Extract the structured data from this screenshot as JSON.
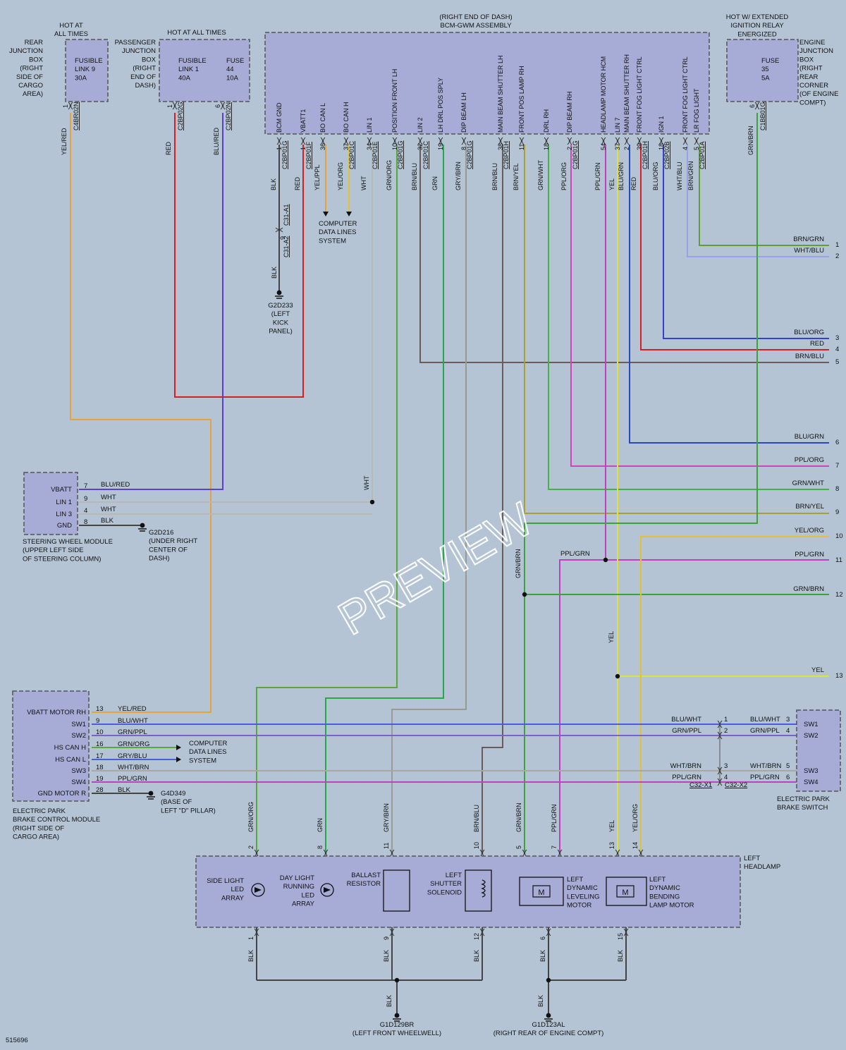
{
  "colors": {
    "RED": "#d42020",
    "BLU": "#3048d8",
    "BLUWHT": "#4a5de0",
    "YELRED": "#e8a23a",
    "GRNORG": "#58a838",
    "GRN": "#24a848",
    "GRYBRN": "#9a9a94",
    "BRNBLU": "#6a5a58",
    "GRNBRN": "#3ea23a",
    "PPLGRN": "#c040c0",
    "YEL": "#e4e23a",
    "YELORG": "#e0c234",
    "BLUGRN": "#2848c0",
    "WHTBLU": "#9aa0ec",
    "BRNGRN": "#60a030",
    "BLUORG": "#3440d0",
    "GRY": "#b8b8b8",
    "BLK": "#444444",
    "PPLORG": "#d044b8",
    "BRNYEL": "#a8a030",
    "GRNWHT": "#48b048",
    "GRNPPL": "#7d60c8",
    "WHTBRN": "#a8a8a0",
    "BLURED": "#5a40d0"
  },
  "labels": {
    "hot_at_all_times_a": [
      "HOT AT",
      "ALL TIMES"
    ],
    "hot_at_all_times_b": "HOT AT ALL TIMES",
    "hot_ext": [
      "HOT W/ EXTENDED",
      "IGNITION RELAY",
      "ENERGIZED"
    ],
    "bcm_title": [
      "(RIGHT END OF DASH)",
      "BCM-GWM ASSEMBLY"
    ],
    "rear_jb": [
      "REAR",
      "JUNCTION",
      "BOX",
      "(RIGHT",
      "SIDE OF",
      "CARGO",
      "AREA)"
    ],
    "pass_jb": [
      "PASSENGER",
      "JUNCTION",
      "BOX",
      "(RIGHT",
      "END OF",
      "DASH)"
    ],
    "eng_jb": [
      "ENGINE",
      "JUNCTION",
      "BOX",
      "(RIGHT",
      "REAR",
      "CORNER",
      "(OF ENGINE",
      "COMPT)"
    ],
    "fl9": [
      "FUSIBLE",
      "LINK 9",
      "30A"
    ],
    "fl1": [
      "FUSIBLE",
      "LINK 1",
      "40A"
    ],
    "f44": [
      "FUSE",
      "44",
      "10A"
    ],
    "f35": [
      "FUSE",
      "35",
      "5A"
    ],
    "computer1": [
      "COMPUTER",
      "DATA LINES",
      "SYSTEM"
    ],
    "g2d233": [
      "G2D233",
      "(LEFT",
      "KICK",
      "PANEL)"
    ],
    "swm_title": [
      "STEERING WHEEL MODULE",
      "(UPPER LEFT SIDE",
      "OF STEERING COLUMN)"
    ],
    "g2d216": [
      "G2D216",
      "(UNDER RIGHT",
      "CENTER OF",
      "DASH)"
    ],
    "epb_title": [
      "ELECTRIC PARK",
      "BRAKE CONTROL MODULE",
      "(RIGHT SIDE OF",
      "CARGO AREA)"
    ],
    "computer2": [
      "COMPUTER",
      "DATA LINES",
      "SYSTEM"
    ],
    "g4d349": [
      "G4D349",
      "(BASE OF",
      "LEFT \"D\" PILLAR)"
    ],
    "epbs_title": [
      "ELECTRIC PARK",
      "BRAKE SWITCH"
    ],
    "left_headlamp": [
      "LEFT",
      "HEADLAMP"
    ],
    "side_light": [
      "SIDE LIGHT",
      "LED",
      "ARRAY"
    ],
    "drl": [
      "DAY LIGHT",
      "RUNNING",
      "LED",
      "ARRAY"
    ],
    "ballast": [
      "BALLAST",
      "RESISTOR"
    ],
    "shutter": [
      "LEFT",
      "SHUTTER",
      "SOLENOID"
    ],
    "leveling": [
      "LEFT",
      "DYNAMIC",
      "LEVELING",
      "MOTOR"
    ],
    "bending": [
      "LEFT",
      "DYNAMIC",
      "BENDING",
      "LAMP MOTOR"
    ],
    "g1d129br": [
      "G1D129BR",
      "(LEFT FRONT WHEELWELL)"
    ],
    "g1d123al": [
      "G1D123AL",
      "(RIGHT REAR OF ENGINE COMPT)"
    ],
    "c32x1": "C32-X1",
    "c32x2": "C32-X2",
    "motor": "M",
    "doc_id": "515696",
    "watermark": "PREVIEW"
  },
  "bcm_pins": [
    {
      "name": "BCM GND",
      "wire": "BLK",
      "pin": "1",
      "conn": "C2BP01G"
    },
    {
      "name": "VBATT1",
      "wire": "RED",
      "pin": "1",
      "conn": "C2BP01F"
    },
    {
      "name": "BO CAN L",
      "wire": "YEL/PPL",
      "pin": "36",
      "conn": ""
    },
    {
      "name": "BO CAN H",
      "wire": "YEL/ORG",
      "pin": "37",
      "conn": "C2BP01C"
    },
    {
      "name": "LIN 1",
      "wire": "WHT",
      "pin": "34",
      "conn": "C2BP01E"
    },
    {
      "name": "POSITION FRONT LH",
      "wire": "GRN/ORG",
      "pin": "10",
      "conn": "C2BP01G"
    },
    {
      "name": "LIN 2",
      "wire": "BRN/BLU",
      "pin": "32",
      "conn": "C2BP01C"
    },
    {
      "name": "LH DRL POS SPLY",
      "wire": "GRN",
      "pin": "19",
      "conn": ""
    },
    {
      "name": "DIP BEAM LH",
      "wire": "GRY/BRN",
      "pin": "8",
      "conn": "C2BP01G"
    },
    {
      "name": "MAIN BEAM SHUTTER LH",
      "wire": "BRN/BLU",
      "pin": "38",
      "conn": "C2BP01H"
    },
    {
      "name": "FRONT POS LAMP RH",
      "wire": "BRN/YEL",
      "pin": "11",
      "conn": ""
    },
    {
      "name": "DRL RH",
      "wire": "GRN/WHT",
      "pin": "18",
      "conn": ""
    },
    {
      "name": "DIP BEAM RH",
      "wire": "PPL/ORG",
      "pin": "2",
      "conn": "C2BP01G"
    },
    {
      "name": "HEADLAMP MOTOR HCM",
      "wire": "PPL/GRN",
      "pin": "54",
      "conn": ""
    },
    {
      "name": "LIN 7",
      "wire": "YEL",
      "pin": "37",
      "conn": ""
    },
    {
      "name": "MAIN BEAM SHUTTER RH",
      "wire": "BLU/GRN",
      "pin": "2",
      "conn": ""
    },
    {
      "name": "FRONT FOG LIGHT CTRL",
      "wire": "RED",
      "pin": "39",
      "conn": "C2BP01H"
    },
    {
      "name": "IGN 1",
      "wire": "BLU/ORG",
      "pin": "18",
      "conn": "C2BP02B"
    },
    {
      "name": "FRONT FOG LIGHT CTRL",
      "wire": "WHT/BLU",
      "pin": "4",
      "conn": ""
    },
    {
      "name": "LR FOG LIGHT",
      "wire": "BRN/GRN",
      "pin": "5",
      "conn": "C2BP01A"
    }
  ],
  "jb_wires": [
    {
      "wire": "YEL/RED",
      "pin": "1",
      "conn": "C4BR02N"
    },
    {
      "wire": "RED",
      "pin": "1",
      "conn": "C2BP02G"
    },
    {
      "wire": "BLU/RED",
      "pin": "6",
      "conn": "C2BP02N"
    },
    {
      "wire": "GRN/BRN",
      "pin": "6",
      "conn": "C1BB01G"
    }
  ],
  "ground_conn": {
    "pin_top": "9",
    "conn_top": "C31-A1",
    "conn_bot": "C31-A2",
    "wire": "BLK"
  },
  "right_wires": [
    {
      "label": "BRN/GRN",
      "num": "1"
    },
    {
      "label": "WHT/BLU",
      "num": "2"
    },
    {
      "label": "BLU/ORG",
      "num": "3"
    },
    {
      "label": "RED",
      "num": "4"
    },
    {
      "label": "BRN/BLU",
      "num": "5"
    },
    {
      "label": "BLU/GRN",
      "num": "6"
    },
    {
      "label": "PPL/ORG",
      "num": "7"
    },
    {
      "label": "GRN/WHT",
      "num": "8"
    },
    {
      "label": "BRN/YEL",
      "num": "9"
    },
    {
      "label": "YEL/ORG",
      "num": "10"
    },
    {
      "label": "PPL/GRN",
      "num": "11"
    },
    {
      "label": "GRN/BRN",
      "num": "12"
    },
    {
      "label": "YEL",
      "num": "13"
    }
  ],
  "swm_pins": [
    {
      "name": "VBATT",
      "pin": "7",
      "wire": "BLU/RED"
    },
    {
      "name": "LIN 1",
      "pin": "9",
      "wire": "WHT"
    },
    {
      "name": "LIN 3",
      "pin": "4",
      "wire": "WHT"
    },
    {
      "name": "GND",
      "pin": "8",
      "wire": "BLK"
    }
  ],
  "wht_vertical": "WHT",
  "epb_pins": [
    {
      "name": "VBATT MOTOR RH",
      "pin": "13",
      "wire": "YEL/RED"
    },
    {
      "name": "SW1",
      "pin": "9",
      "wire": "BLU/WHT"
    },
    {
      "name": "SW2",
      "pin": "10",
      "wire": "GRN/PPL"
    },
    {
      "name": "HS CAN H",
      "pin": "16",
      "wire": "GRN/ORG"
    },
    {
      "name": "HS CAN L",
      "pin": "17",
      "wire": "GRY/BLU"
    },
    {
      "name": "SW3",
      "pin": "18",
      "wire": "WHT/BRN"
    },
    {
      "name": "SW4",
      "pin": "19",
      "wire": "PPL/GRN"
    },
    {
      "name": "GND MOTOR R",
      "pin": "28",
      "wire": "BLK"
    }
  ],
  "epbs_conn": [
    {
      "wire_a": "BLU/WHT",
      "pin_a": "1",
      "wire_b": "BLU/WHT",
      "pin_b": "3",
      "sw": "SW1"
    },
    {
      "wire_a": "GRN/PPL",
      "pin_a": "2",
      "wire_b": "GRN/PPL",
      "pin_b": "4",
      "sw": "SW2"
    },
    {
      "wire_a": "WHT/BRN",
      "pin_a": "3",
      "wire_b": "WHT/BRN",
      "pin_b": "5",
      "sw": "SW3"
    },
    {
      "wire_a": "PPL/GRN",
      "pin_a": "4",
      "wire_b": "PPL/GRN",
      "pin_b": "6",
      "sw": "SW4"
    }
  ],
  "splice_labels": {
    "ppl_grn": "PPL/GRN",
    "grn_brn": "GRN/BRN",
    "yel": "YEL"
  },
  "headlamp_top": [
    {
      "wire": "GRN/ORG",
      "pin": "2"
    },
    {
      "wire": "GRN",
      "pin": "8"
    },
    {
      "wire": "GRY/BRN",
      "pin": "11"
    },
    {
      "wire": "BRN/BLU",
      "pin": "10"
    },
    {
      "wire": "GRN/BRN",
      "pin": "5"
    },
    {
      "wire": "PPL/GRN",
      "pin": "7"
    },
    {
      "wire": "YEL",
      "pin": "13"
    },
    {
      "wire": "YEL/ORG",
      "pin": "14"
    }
  ],
  "headlamp_bottom": [
    {
      "wire": "BLK",
      "pin": "1"
    },
    {
      "wire": "BLK",
      "pin": "9"
    },
    {
      "wire": "BLK",
      "pin": "12"
    },
    {
      "wire": "BLK",
      "pin": "6"
    },
    {
      "wire": "BLK",
      "pin": "15"
    }
  ],
  "ground_wires": [
    "BLK",
    "BLK"
  ]
}
